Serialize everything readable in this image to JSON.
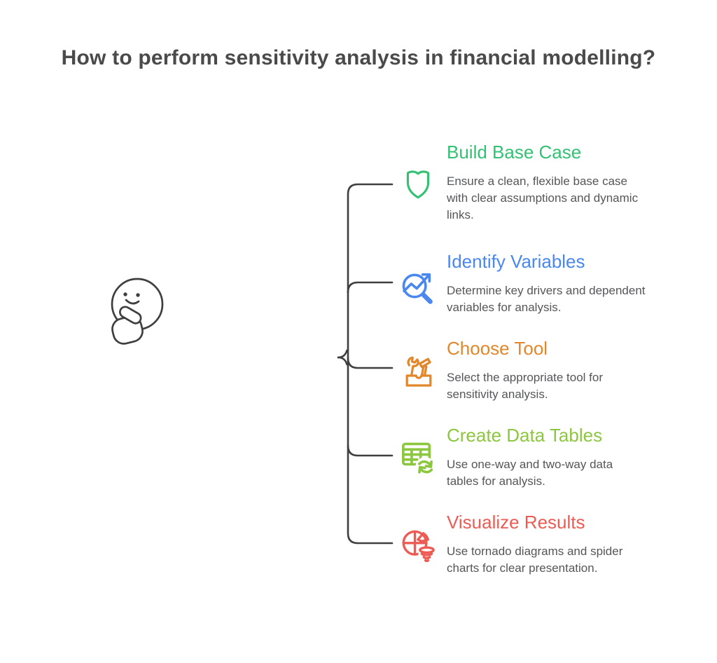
{
  "title": "How to perform sensitivity analysis in financial modelling?",
  "colors": {
    "title_text": "#4a4a4a",
    "body_text": "#555658",
    "connector": "#3f3f3f",
    "connector_fade": "#a8a8a8",
    "face": "#3f3f3f",
    "background": "#ffffff"
  },
  "figure": {
    "left_illustration": "thinking-face-emoji"
  },
  "steps": [
    {
      "heading": "Build Base Case",
      "color": "#33c173",
      "icon": "shield-icon",
      "description": "Ensure a clean, flexible base case\nwith clear assumptions and dynamic\nlinks."
    },
    {
      "heading": "Identify Variables",
      "color": "#4a87ee",
      "icon": "magnifier-trend-arrow-icon",
      "description": "Determine key drivers and dependent\nvariables for analysis."
    },
    {
      "heading": "Choose Tool",
      "color": "#e2872a",
      "icon": "toolbox-icon",
      "description": "Select the appropriate tool for\nsensitivity analysis."
    },
    {
      "heading": "Create Data Tables",
      "color": "#8dc63f",
      "icon": "data-table-refresh-icon",
      "description": "Use one-way and two-way data\ntables for analysis."
    },
    {
      "heading": "Visualize Results",
      "color": "#ec5c54",
      "icon": "pie-chart-tornado-icon",
      "description": "Use tornado diagrams and spider\ncharts for clear presentation."
    }
  ]
}
